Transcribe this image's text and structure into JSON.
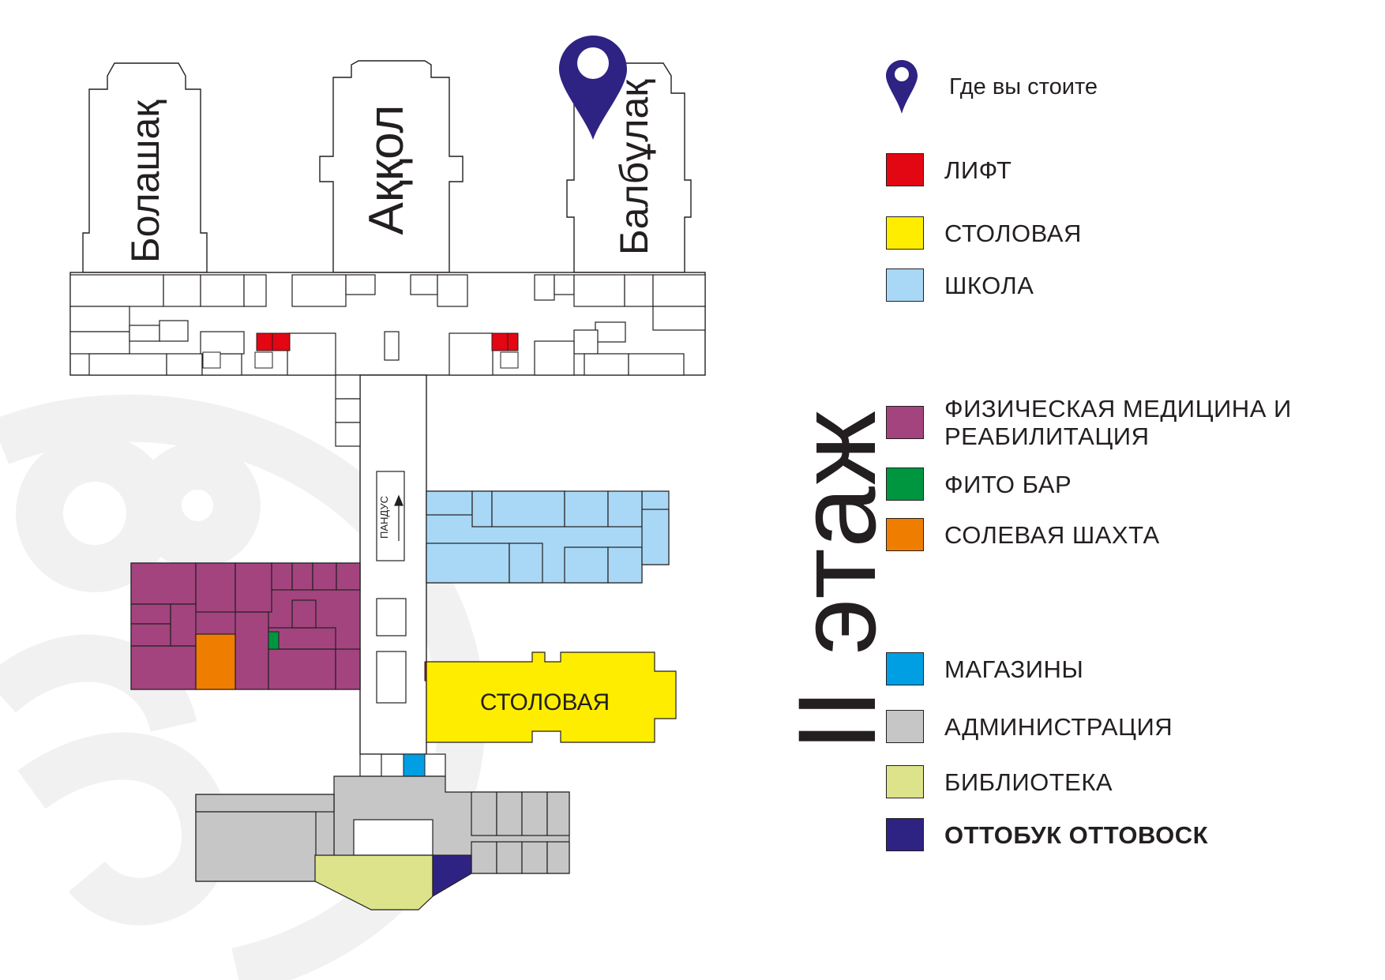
{
  "map": {
    "building_labels": [
      "Болашақ",
      "Аққол",
      "Балбұлақ"
    ],
    "ramp_label": "ПАНДУС",
    "dining_label": "СТОЛОВАЯ",
    "floor_title": "II этаж"
  },
  "pin_legend": {
    "label": "Где вы стоите",
    "color": "#2e2383"
  },
  "legend": [
    {
      "label": "ЛИФТ",
      "color": "#e30613",
      "icon": "elevator"
    },
    {
      "label": "СТОЛОВАЯ",
      "color": "#ffed00",
      "icon": "dining"
    },
    {
      "label": "ШКОЛА",
      "color": "#a8d8f5",
      "icon": "school"
    },
    {
      "label": "ФИЗИЧЕСКАЯ МЕДИЦИНА И РЕАБИЛИТАЦИЯ",
      "color": "#a3447f",
      "icon": "rehab"
    },
    {
      "label": "ФИТО БАР",
      "color": "#009640",
      "icon": "phyto-bar"
    },
    {
      "label": "СОЛЕВАЯ ШАХТА",
      "color": "#ef7d00",
      "icon": "salt-mine"
    },
    {
      "label": "МАГАЗИНЫ",
      "color": "#009fe3",
      "icon": "shops"
    },
    {
      "label": "АДМИНИСТРАЦИЯ",
      "color": "#c6c6c6",
      "icon": "administration"
    },
    {
      "label": "БИБЛИОТЕКА",
      "color": "#dde38a",
      "icon": "library"
    },
    {
      "label": "ОТТОБУК ОТТОВОСК",
      "color": "#2e2383",
      "icon": "ottobuk"
    }
  ]
}
